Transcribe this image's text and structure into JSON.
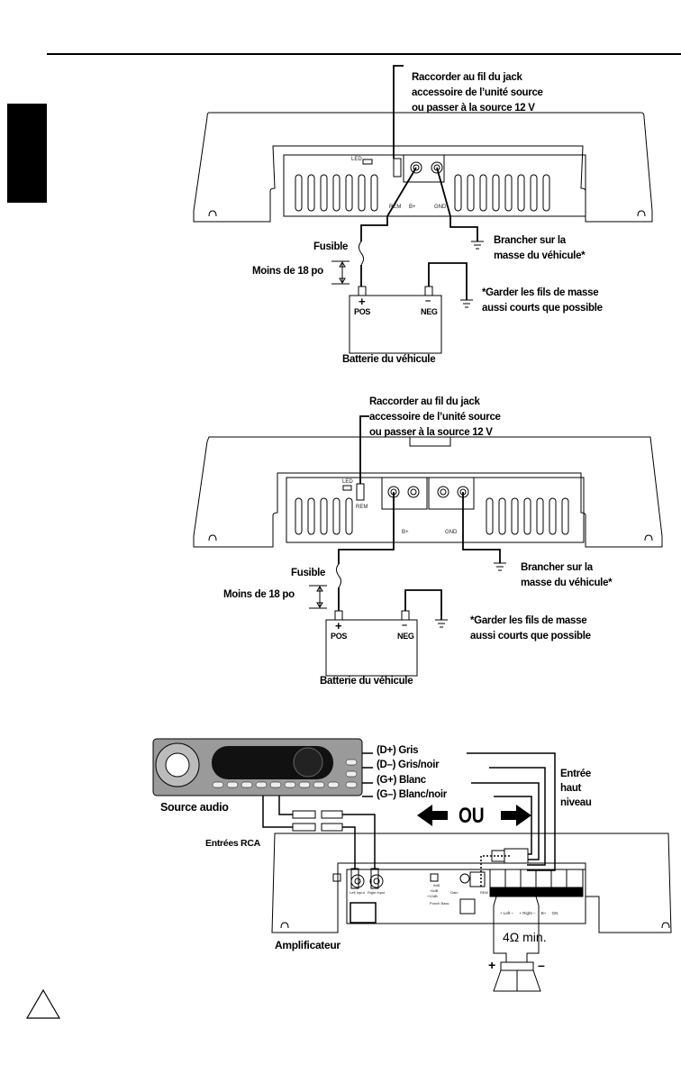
{
  "diagram1": {
    "callout": [
      "Raccorder au fil du jack",
      "accessoire de l’unité source",
      "ou passer à la source 12 V"
    ],
    "terminals": {
      "led": "LED",
      "rem": "REM",
      "bplus": "B+",
      "gnd": "GND"
    },
    "fuse": "Fusible",
    "distance": "Moins de 18 po",
    "ground": [
      "Brancher sur la",
      "masse du véhicule*"
    ],
    "note": [
      "*Garder les fils de masse",
      "aussi courts que possible"
    ],
    "battery": {
      "pos_sign": "+",
      "pos": "POS",
      "neg_sign": "–",
      "neg": "NEG",
      "label": "Batterie du véhicule"
    }
  },
  "diagram2": {
    "callout": [
      "Raccorder au fil du jack",
      "accessoire de l’unité source",
      "ou passer à la source 12 V"
    ],
    "terminals": {
      "led": "LED",
      "rem": "REM",
      "bplus": "B+",
      "gnd": "GND"
    },
    "fuse": "Fusible",
    "distance": "Moins de 18 po",
    "ground": [
      "Brancher sur la",
      "masse du véhicule*"
    ],
    "note": [
      "*Garder les fils de masse",
      "aussi courts que possible"
    ],
    "battery": {
      "pos_sign": "+",
      "pos": "POS",
      "neg_sign": "–",
      "neg": "NEG",
      "label": "Batterie du véhicule"
    }
  },
  "diagram3": {
    "source_label": "Source audio",
    "wires": [
      "(D+) Gris",
      "(D–) Gris/noir",
      "(G+) Blanc",
      "(G–) Blanc/noir"
    ],
    "high_level": [
      "Entrée",
      "haut",
      "niveau"
    ],
    "or_label": "OU",
    "rca_label": "Entrées RCA",
    "amp_label": "Amplificateur",
    "amp_panel": {
      "left_input": "Left Input",
      "right_input": "Right Input",
      "gain": "Gain",
      "rem": "REM",
      "punch_bass": "Punch Bass",
      "db0": "0dB",
      "db6": "+6dB",
      "db12": "+12dB",
      "outputs": "+ Left –     + Right –     B+     GN"
    },
    "impedance": "4Ω min.",
    "speaker_plus": "+",
    "speaker_minus": "–"
  },
  "warning_icon": "warning-triangle-icon"
}
